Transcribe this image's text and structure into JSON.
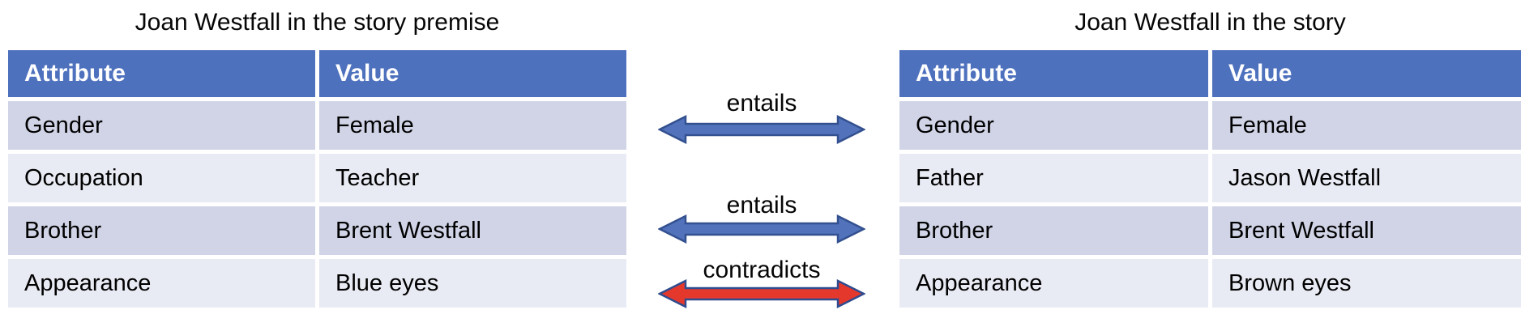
{
  "left_table": {
    "title": "Joan Westfall in the story premise",
    "headers": [
      "Attribute",
      "Value"
    ],
    "rows": [
      [
        "Gender",
        "Female"
      ],
      [
        "Occupation",
        "Teacher"
      ],
      [
        "Brother",
        "Brent Westfall"
      ],
      [
        "Appearance",
        "Blue eyes"
      ]
    ]
  },
  "right_table": {
    "title": "Joan Westfall in the story",
    "headers": [
      "Attribute",
      "Value"
    ],
    "rows": [
      [
        "Gender",
        "Female"
      ],
      [
        "Father",
        "Jason Westfall"
      ],
      [
        "Brother",
        "Brent Westfall"
      ],
      [
        "Appearance",
        "Brown eyes"
      ]
    ]
  },
  "relations": [
    {
      "label": "entails",
      "fill": "#5272BC",
      "outline": "#33508F"
    },
    {
      "label": "entails",
      "fill": "#5272BC",
      "outline": "#33508F"
    },
    {
      "label": "contradicts",
      "fill": "#E5382D",
      "outline": "#2E4C8F"
    }
  ],
  "colors": {
    "header_bg": "#4E71BE",
    "header_text": "#FFFFFF",
    "band_dark": "#D0D4E6",
    "band_light": "#E9EBF4"
  }
}
